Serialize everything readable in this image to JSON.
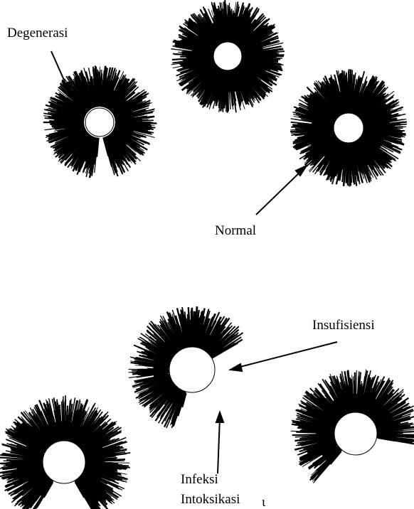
{
  "labels": {
    "degenerasi": "Degenerasi",
    "normal": "Normal",
    "insufisiensi": "Insufisiensi",
    "infeksi": "Infeksi",
    "intoksikasi": "Intoksikasi"
  },
  "colors": {
    "ink": "#000000",
    "background": "#ffffff"
  }
}
